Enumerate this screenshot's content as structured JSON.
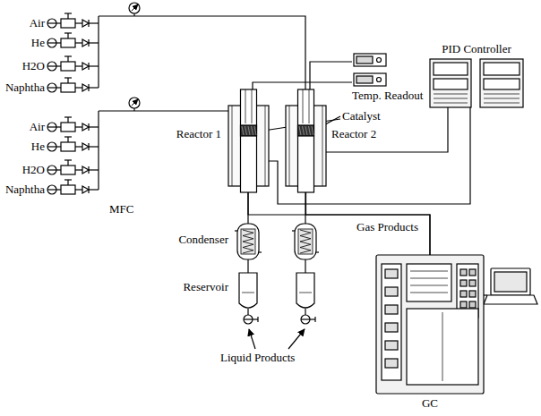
{
  "diagram": {
    "nodes": [
      {
        "text": [
          "Reactor 1"
        ]
      },
      {
        "text": [
          "Reactor 2"
        ]
      },
      {
        "text": [
          "Temp. Readout"
        ]
      },
      {
        "text": [
          "PID Controller"
        ]
      },
      {
        "text": [
          "Condenser"
        ]
      },
      {
        "text": [
          "Reservoir"
        ]
      },
      {
        "text": [
          "GC"
        ]
      }
    ],
    "edges": [
      {
        "from": 2,
        "to": 1,
        "arrow": "none"
      },
      {
        "from": 2,
        "to": 0,
        "arrow": "none"
      },
      {
        "from": 3,
        "to": 1,
        "arrow": "none"
      },
      {
        "from": 3,
        "to": 0,
        "arrow": "none"
      },
      {
        "from": 0,
        "to": 4,
        "arrow": "none"
      },
      {
        "from": 4,
        "to": 5,
        "arrow": "none"
      },
      {
        "from": 0,
        "to": 6,
        "arrow": "none"
      },
      {
        "from": 1,
        "to": 6,
        "arrow": "none"
      }
    ],
    "labels": [
      "Air",
      "He",
      "H2O",
      "Naphtha",
      "Air",
      "He",
      "H2O",
      "Naphtha",
      "MFC",
      "Catalyst",
      "Gas Products",
      "Liquid Products"
    ]
  }
}
